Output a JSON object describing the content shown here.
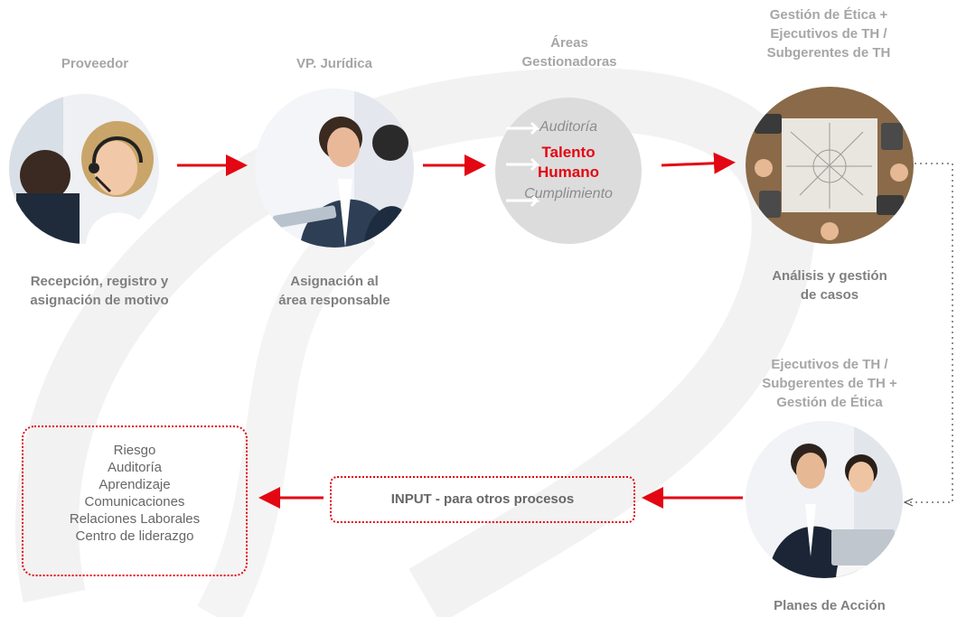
{
  "stages": {
    "proveedor": {
      "role": "Proveedor",
      "description_lines": [
        "Recepción, registro y",
        "asignación de motivo"
      ]
    },
    "juridica": {
      "role": "VP. Jurídica",
      "description_lines": [
        "Asignación al",
        "área responsable"
      ]
    },
    "areas": {
      "role_lines": [
        "Áreas",
        "Gestionadoras"
      ],
      "items": [
        "Auditoría",
        "Talento",
        "Humano",
        "Cumplimiento"
      ]
    },
    "analisis": {
      "role_lines": [
        "Gestión de Ética +",
        "Ejecutivos de TH /",
        "Subgerentes de TH"
      ],
      "description_lines": [
        "Análisis y gestión",
        "de casos"
      ]
    },
    "planes": {
      "role_lines": [
        "Ejecutivos de TH /",
        "Subgerentes de TH +",
        "Gestión de Ética"
      ],
      "description": "Planes de Acción"
    }
  },
  "input_box": {
    "label": "INPUT - para otros procesos"
  },
  "outputs": [
    "Riesgo",
    "Auditoría",
    "Aprendizaje",
    "Comunicaciones",
    "Relaciones Laborales",
    "Centro de liderazgo"
  ],
  "colors": {
    "accent": "#e30613",
    "heading": "#a6a6a6",
    "text": "#7f7f7f",
    "areas_circle": "#dcdcdc"
  },
  "icons": [
    "call-center-photo",
    "business-meeting-photo",
    "team-table-photo",
    "laptop-meeting-photo"
  ]
}
